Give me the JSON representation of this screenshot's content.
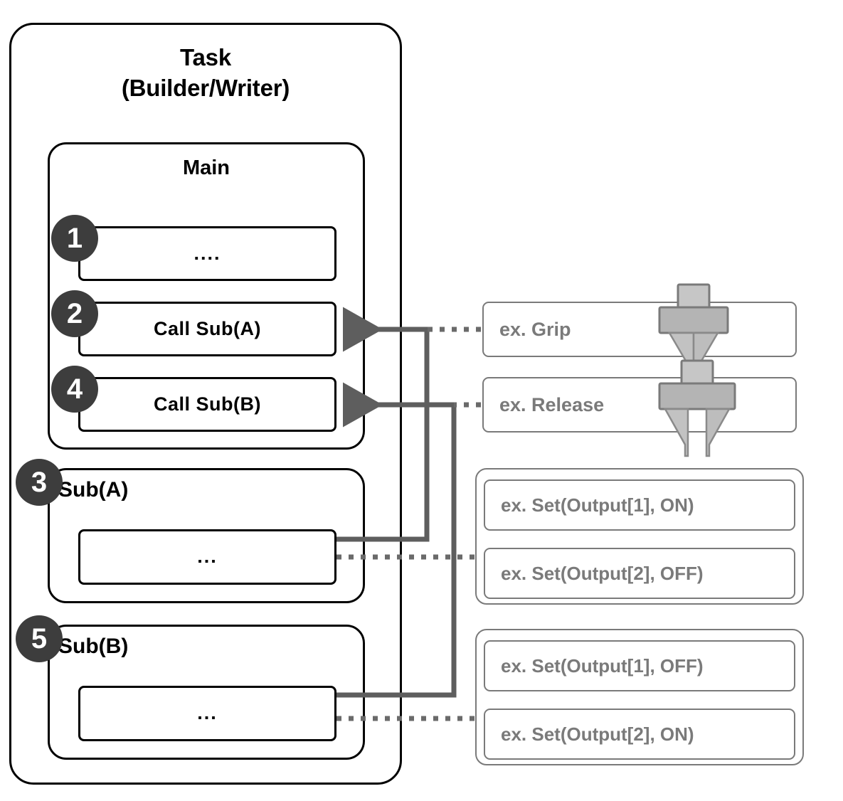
{
  "diagram": {
    "title": "Task\n(Builder/Writer)",
    "task": {
      "title_line1": "Task",
      "title_line2": "(Builder/Writer)"
    },
    "main": {
      "title": "Main",
      "steps": [
        {
          "number": "1",
          "label": "...."
        },
        {
          "number": "2",
          "label": "Call Sub(A)"
        },
        {
          "number": "4",
          "label": "Call Sub(B)"
        }
      ]
    },
    "subs": [
      {
        "number": "3",
        "title": "Sub(A)",
        "body": "..."
      },
      {
        "number": "5",
        "title": "Sub(B)",
        "body": "..."
      }
    ],
    "examples": {
      "action_boxes": [
        {
          "label": "ex. Grip",
          "icon": "gripper-closed-icon"
        },
        {
          "label": "ex. Release",
          "icon": "gripper-open-icon"
        }
      ],
      "output_groups": [
        {
          "items": [
            "ex. Set(Output[1], ON)",
            "ex. Set(Output[2], OFF)"
          ]
        },
        {
          "items": [
            "ex. Set(Output[1], OFF)",
            "ex. Set(Output[2], ON)"
          ]
        }
      ]
    },
    "colors": {
      "outline": "#000000",
      "muted_outline": "#7a7a7a",
      "muted_text": "#7a7a7a",
      "circle_fill": "#3d3d3d",
      "circle_text": "#ffffff",
      "connector": "#5e5e5e",
      "gripper_fill": "#b0b0b0",
      "gripper_light": "#c4c4c4",
      "gripper_stroke": "#7a7a7a"
    }
  }
}
